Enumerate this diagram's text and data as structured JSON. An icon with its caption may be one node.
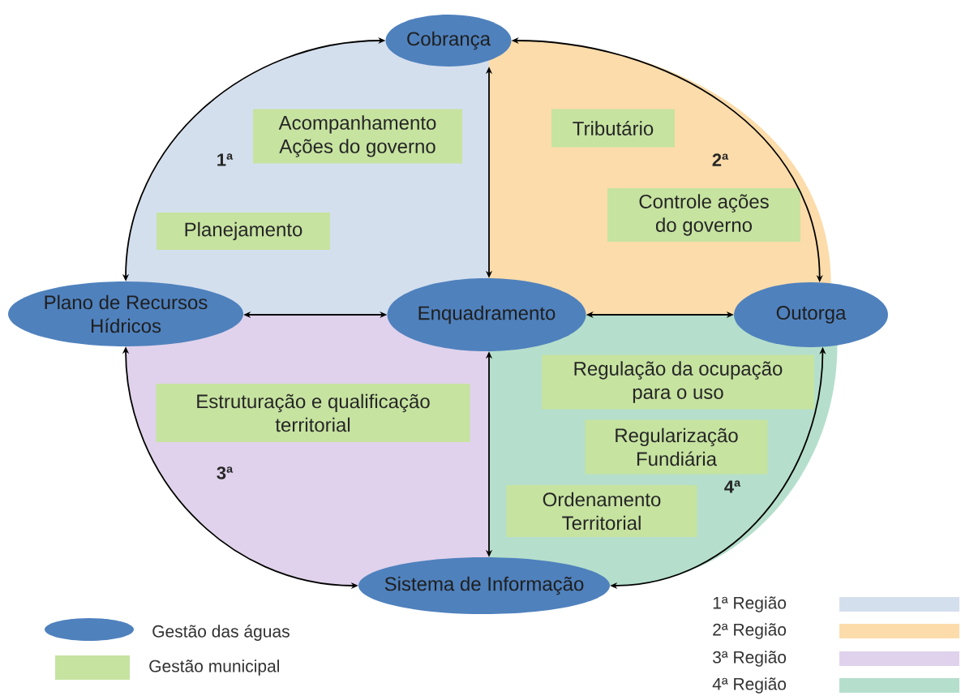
{
  "diagram": {
    "nodes": [
      {
        "text": [
          "Cobrança"
        ]
      },
      {
        "text": [
          "1ª"
        ]
      },
      {
        "text": [
          "Acompanhamento Ações do governo"
        ],
        "in": 1
      },
      {
        "text": [
          "Planejamento"
        ],
        "in": 1
      },
      {
        "text": [
          "2ª"
        ]
      },
      {
        "text": [
          "Tributário"
        ],
        "in": 4
      },
      {
        "text": [
          "Controle ações do governo"
        ],
        "in": 4
      },
      {
        "text": [
          "Plano de Recursos Hídricos"
        ]
      },
      {
        "text": [
          "Enquadramento"
        ]
      },
      {
        "text": [
          "Outorga"
        ]
      },
      {
        "text": [
          "3ª"
        ]
      },
      {
        "text": [
          "Estruturação e qualificação territorial"
        ],
        "in": 10
      },
      {
        "text": [
          "4ª"
        ]
      },
      {
        "text": [
          "Regulação da ocupação para o uso"
        ],
        "in": 12
      },
      {
        "text": [
          "Regularização Fundiária"
        ],
        "in": 12
      },
      {
        "text": [
          "Ordenamento Territorial"
        ],
        "in": 12
      },
      {
        "text": [
          "Sistema de Informação"
        ]
      }
    ],
    "edges": [
      {
        "from": 7,
        "to": 0,
        "arrow": "both"
      },
      {
        "from": 0,
        "to": 9,
        "arrow": "both"
      },
      {
        "from": 7,
        "to": 16,
        "arrow": "both"
      },
      {
        "from": 16,
        "to": 9,
        "arrow": "both"
      },
      {
        "from": 0,
        "to": 8,
        "arrow": "both"
      },
      {
        "from": 7,
        "to": 8,
        "arrow": "both"
      },
      {
        "from": 8,
        "to": 9,
        "arrow": "both"
      },
      {
        "from": 8,
        "to": 16,
        "arrow": "both"
      }
    ],
    "legend": [
      {
        "text": "Gestão das águas"
      },
      {
        "text": "Gestão municipal",
        "color": "#c6e3a0"
      },
      {
        "text": "1ª Região",
        "color": "#d4dfee"
      },
      {
        "text": "2ª Região",
        "color": "#fcdcaa"
      },
      {
        "text": "3ª Região",
        "color": "#e0d2ec"
      },
      {
        "text": "4ª Região",
        "color": "#b5dfcc"
      }
    ]
  }
}
